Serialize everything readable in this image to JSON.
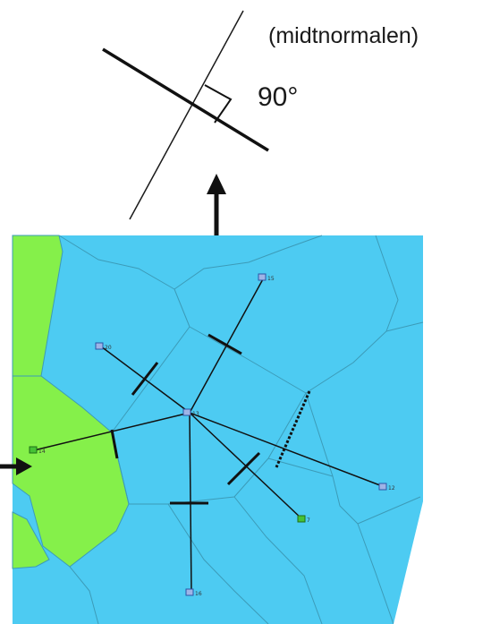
{
  "annotation": {
    "caption": "(midtnormalen)",
    "angle_label": "90°"
  },
  "colors": {
    "cell_blue": "#4dcbf2",
    "cell_green": "#85f04a",
    "cell_border": "#3c9bb8",
    "line": "#111111",
    "node_blue": "#9fb4e6",
    "node_green": "#46c235"
  },
  "nodes": [
    {
      "id": "n15",
      "label": "15",
      "kind": "blue"
    },
    {
      "id": "n20",
      "label": "20",
      "kind": "blue"
    },
    {
      "id": "n13",
      "label": "13",
      "kind": "blue"
    },
    {
      "id": "n12",
      "label": "12",
      "kind": "blue"
    },
    {
      "id": "n7",
      "label": "7",
      "kind": "green"
    },
    {
      "id": "n16",
      "label": "16",
      "kind": "blue"
    },
    {
      "id": "n14",
      "label": "14",
      "kind": "green"
    }
  ]
}
